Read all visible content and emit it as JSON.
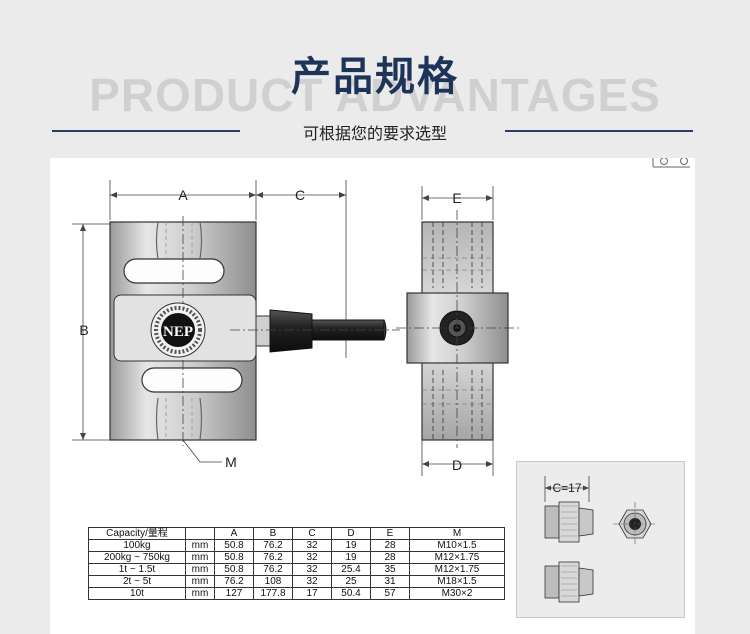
{
  "header": {
    "title": "产品规格",
    "background_word": "PRODUCT ADVANTAGES",
    "subtitle": "可根据您的要求选型",
    "rule_color": "#2a3f66"
  },
  "drawing": {
    "dim_labels": {
      "a": "A",
      "b": "B",
      "c": "C",
      "e": "E",
      "d": "D",
      "m": "M"
    },
    "logo_icon": "load-cell-brand-logo",
    "inset_label": "C=17"
  },
  "table": {
    "headers": [
      "Capacity/量程",
      "",
      "A",
      "B",
      "C",
      "D",
      "E",
      "M"
    ],
    "rows": [
      [
        "100kg",
        "mm",
        "50.8",
        "76.2",
        "32",
        "19",
        "28",
        "M10×1.5"
      ],
      [
        "200kg ~ 750kg",
        "mm",
        "50.8",
        "76.2",
        "32",
        "19",
        "28",
        "M12×1.75"
      ],
      [
        "1t ~ 1.5t",
        "mm",
        "50.8",
        "76.2",
        "32",
        "25.4",
        "35",
        "M12×1.75"
      ],
      [
        "2t ~ 5t",
        "mm",
        "76.2",
        "108",
        "32",
        "25",
        "31",
        "M18×1.5"
      ],
      [
        "10t",
        "mm",
        "127",
        "177.8",
        "17",
        "50.4",
        "57",
        "M30×2"
      ]
    ]
  }
}
